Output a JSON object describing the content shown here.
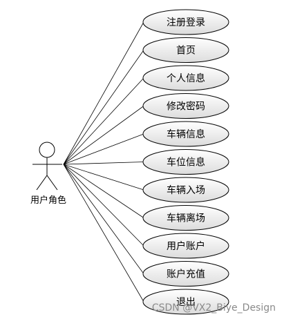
{
  "actor": {
    "label": "用户角色"
  },
  "use_cases": [
    {
      "label": "注册登录"
    },
    {
      "label": "首页"
    },
    {
      "label": "个人信息"
    },
    {
      "label": "修改密码"
    },
    {
      "label": "车辆信息"
    },
    {
      "label": "车位信息"
    },
    {
      "label": "车辆入场"
    },
    {
      "label": "车辆离场"
    },
    {
      "label": "用户账户"
    },
    {
      "label": "账户充值"
    },
    {
      "label": "退出"
    }
  ],
  "watermark": "CSDN @VX2_Biye_Design",
  "colors": {
    "ellipse_top": "#ffffff",
    "ellipse_bottom": "#dcdcdc",
    "stroke": "#000000"
  }
}
